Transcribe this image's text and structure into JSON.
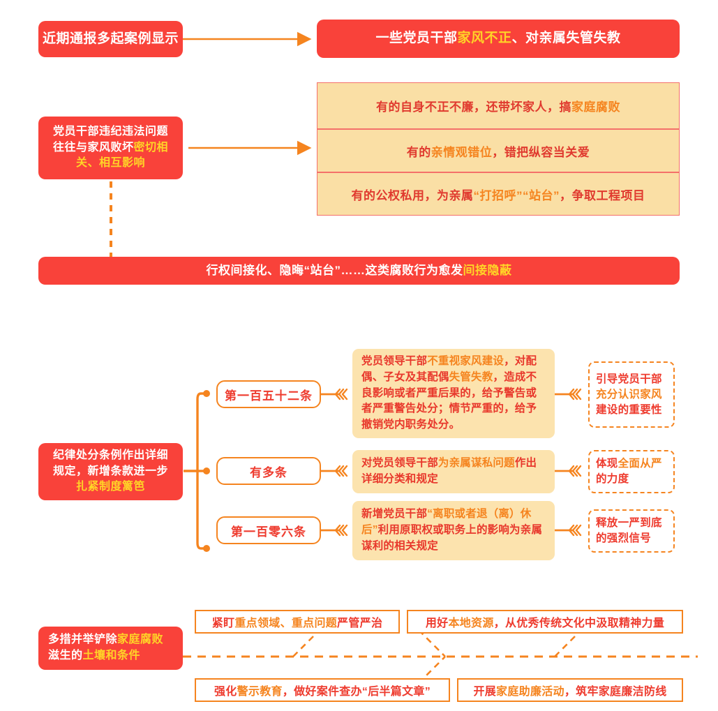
{
  "colors": {
    "red": "#F9423A",
    "orange": "#F5841F",
    "cream": "#FADFA5",
    "yellow_highlight": "#FFD427",
    "deep_red_text": "#E8382C"
  },
  "section1": {
    "source_label": "近期通报多起案例显示",
    "banner": {
      "pre": "一些党员干部",
      "hl": "家风不正",
      "post": "、对亲属失管失教"
    }
  },
  "section2": {
    "left_box": {
      "line1": "党员干部违纪违法问题",
      "line2_pre": "往往与家风败坏",
      "line2_hl": "密切相",
      "line3_hl": "关、相互影响"
    },
    "rows": [
      {
        "pre": "有的自身不正不廉，还带坏家人，搞",
        "hl": "家庭腐败",
        "post": ""
      },
      {
        "pre": "有的",
        "hl": "亲情观错位",
        "post": "，错把纵容当关爱"
      },
      {
        "pre": "有的公权私用，为亲属",
        "hl": "“打招呼”“站台”",
        "post": "，争取工程项目"
      }
    ],
    "bottom_banner": {
      "pre": "行权间接化、隐晦“站台”……这类腐败行为愈发",
      "hl": "间接隐蔽"
    }
  },
  "section3": {
    "left_box": {
      "line1": "纪律处分条例作出详细",
      "line2": "规定，新增条款进一步",
      "line3_hl": "扎紧制度篱笆"
    },
    "branches": [
      {
        "pill": "第一百五十二条",
        "content": [
          {
            "t": "党员领导干部",
            "hl": false
          },
          {
            "t": "不重视家风建设",
            "hl": true
          },
          {
            "t": "，对配偶、子女及其配偶",
            "hl": false
          },
          {
            "t": "失管失教",
            "hl": true
          },
          {
            "t": "，造成不良影响或者严重后果的，给予警告或者严重警告处分；情节严重的，给予撤销党内职务处分。",
            "hl": false
          }
        ],
        "outcome": "引导党员干部充分认识家风建设的重要性"
      },
      {
        "pill": "有多条",
        "content": [
          {
            "t": "对党员领导干部",
            "hl": false
          },
          {
            "t": "为亲属谋私问题",
            "hl": true
          },
          {
            "t": "作出详细分类和规定",
            "hl": false
          }
        ],
        "outcome": "体现全面从严的力度"
      },
      {
        "pill": "第一百零六条",
        "content": [
          {
            "t": "新增党员干部",
            "hl": false
          },
          {
            "t": "“离职或者退（离）休后”",
            "hl": true
          },
          {
            "t": "利用原职权或职务上的影响为亲属谋利的相关规定",
            "hl": false
          }
        ],
        "outcome": "释放一严到底的强烈信号"
      }
    ],
    "outcomes": [
      {
        "pre": "引导党员干部",
        "hl": "充分认识家风",
        "post": "建设的重要性"
      },
      {
        "pre": "体现",
        "hl": "全面从严",
        "post": "的力度"
      },
      {
        "pre": "释放一严到底",
        "hl": "",
        "post": "的强烈信号"
      }
    ]
  },
  "section4": {
    "left_box": {
      "line1_pre": "多措并举铲除",
      "line1_hl": "家庭腐败",
      "line2_pre": "滋生的",
      "line2_hl": "土壤和条件"
    },
    "measures": [
      {
        "pre": "紧盯",
        "hl": "重点领域、重点问题",
        "post": "严管严治"
      },
      {
        "pre": "用好",
        "hl": "本地资源",
        "post": "，从优秀传统文化中汲取精神力量"
      },
      {
        "pre": "强化",
        "hl": "警示教育",
        "post": "，做好案件查办“后半篇文章”"
      },
      {
        "pre": "开展",
        "hl": "家庭助廉活动",
        "post": "，筑牢家庭廉洁防线"
      }
    ]
  }
}
